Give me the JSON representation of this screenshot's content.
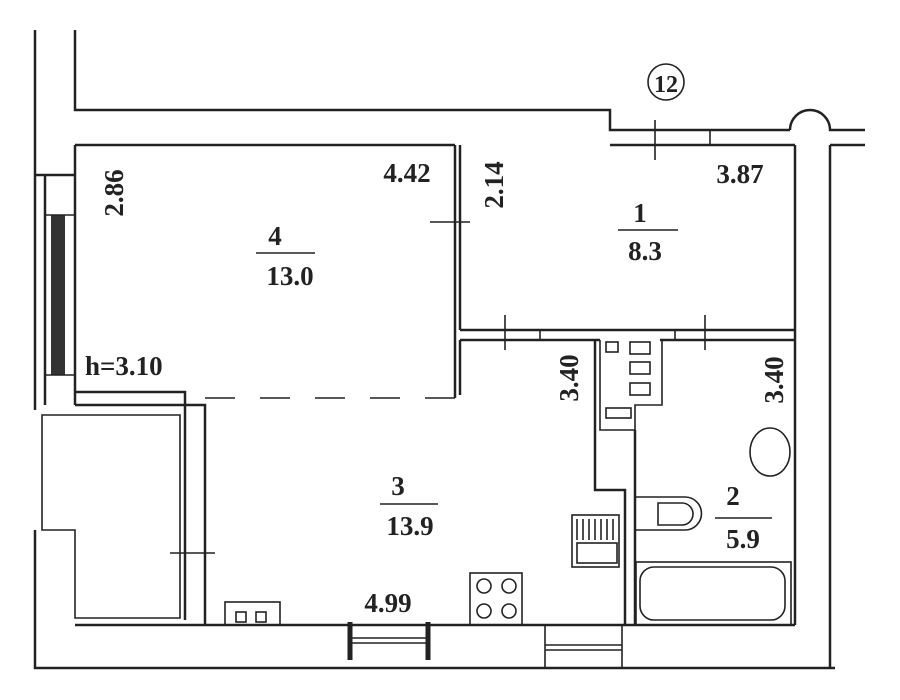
{
  "axis_marker": "12",
  "rooms": [
    {
      "number": "4",
      "area": "13.0"
    },
    {
      "number": "1",
      "area": "8.3"
    },
    {
      "number": "3",
      "area": "13.9"
    },
    {
      "number": "2",
      "area": "5.9"
    }
  ],
  "dimensions": {
    "room4_width": "4.42",
    "room4_depth": "2.86",
    "room1_depth": "2.14",
    "room1_width": "3.87",
    "kitchen_depth": "3.40",
    "bath_depth": "3.40",
    "kitchen_width": "4.99",
    "ceiling_height": "h=3.10"
  }
}
